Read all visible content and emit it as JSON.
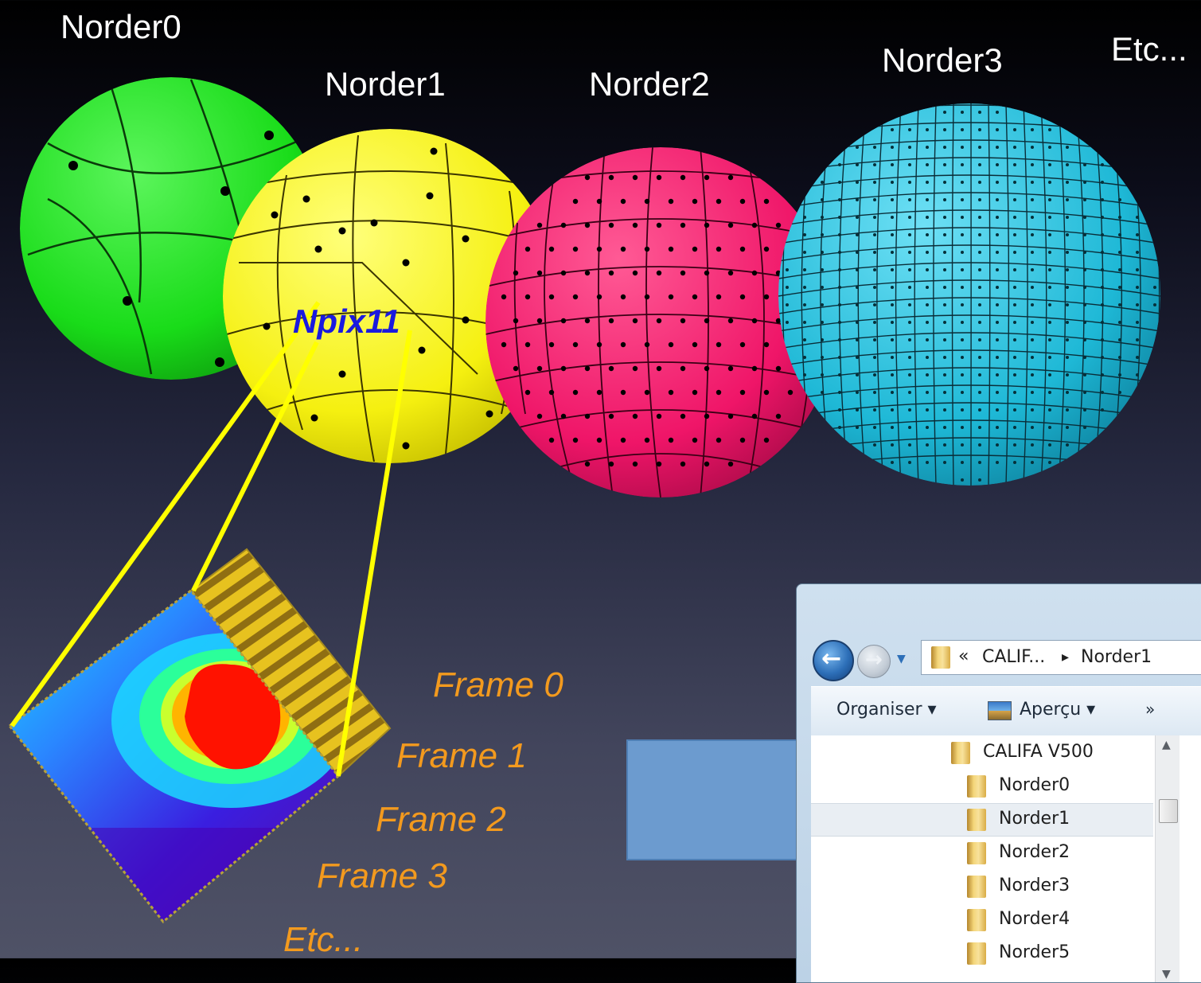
{
  "orders": [
    {
      "label": "Norder0",
      "color": "#19dc19"
    },
    {
      "label": "Norder1",
      "color": "#f5f010"
    },
    {
      "label": "Norder2",
      "color": "#ef1568"
    },
    {
      "label": "Norder3",
      "color": "#1eb8d6"
    }
  ],
  "orders_etc": "Etc...",
  "npix_label": "Npix11",
  "frames": [
    "Frame 0",
    "Frame 1",
    "Frame 2",
    "Frame 3",
    "Etc..."
  ],
  "colors": {
    "frame_text": "#f39a1e",
    "npix_text": "#1a1adf",
    "zoom_lines": "#ffff00",
    "arrow": "#6c9bcf"
  },
  "explorer": {
    "address": {
      "segment1": "CALIF...",
      "segment2": "Norder1",
      "chevron": "«"
    },
    "toolbar": {
      "organiser": "Organiser ▾",
      "apercu": "Aperçu ▾",
      "more": "»"
    },
    "tree": [
      {
        "label": "CALIFA V500",
        "selected": false
      },
      {
        "label": "Norder0",
        "selected": false
      },
      {
        "label": "Norder1",
        "selected": true
      },
      {
        "label": "Norder2",
        "selected": false
      },
      {
        "label": "Norder3",
        "selected": false
      },
      {
        "label": "Norder4",
        "selected": false
      },
      {
        "label": "Norder5",
        "selected": false
      }
    ]
  }
}
